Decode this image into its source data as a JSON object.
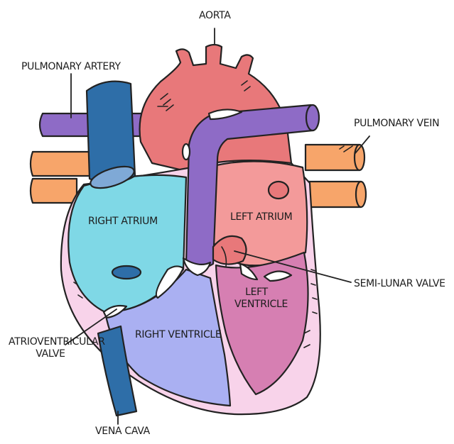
{
  "labels": {
    "aorta": "AORTA",
    "pulmonary_artery": "PULMONARY ARTERY",
    "pulmonary_vein": "PULMONARY VEIN",
    "right_atrium": "RIGHT ATRIUM",
    "left_atrium": "LEFT ATRIUM",
    "semi_lunar_valve": "SEMI-LUNAR VALVE",
    "left_ventricle_line1": "LEFT",
    "left_ventricle_line2": "VENTRICLE",
    "right_ventricle": "RIGHT VENTRICLE",
    "atrioventricular_line1": "ATRIOVENTRICULAR",
    "atrioventricular_line2": "VALVE",
    "vena_cava": "VENA CAVA"
  },
  "colors": {
    "aorta": "#e8787a",
    "left_atrium": "#f39a9a",
    "left_ventricle": "#d67fb2",
    "right_atrium": "#7fd8e6",
    "right_ventricle": "#aab0f2",
    "pulmonary_artery": "#8e6bc6",
    "vena_cava": "#2e6ea8",
    "pulmonary_vein": "#f7a56a",
    "outer_wall": "#f8d3ea",
    "valve": "#ffffff"
  }
}
